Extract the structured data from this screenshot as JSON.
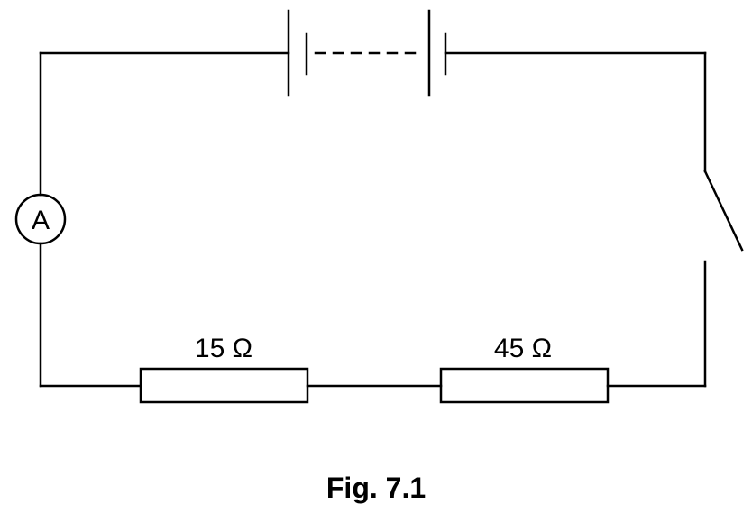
{
  "diagram": {
    "ammeter": {
      "symbol": "A"
    },
    "resistors": [
      {
        "label": "15 Ω"
      },
      {
        "label": "45 Ω"
      }
    ],
    "caption": "Fig. 7.1"
  }
}
